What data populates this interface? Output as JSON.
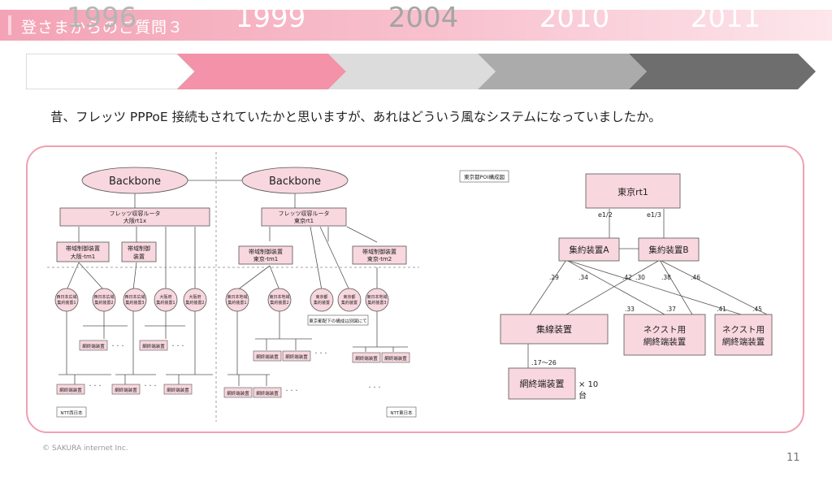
{
  "header": {
    "title": "登さまからのご質問３"
  },
  "timeline": {
    "years": [
      "1996",
      "1999",
      "2004",
      "2010",
      "2011"
    ],
    "active_index": 1
  },
  "question": "昔、フレッツ PPPoE 接続もされていたかと思いますが、あれはどういう風なシステムになっていましたか。",
  "left_diagram": {
    "backbone_left": "Backbone",
    "backbone_right": "Backbone",
    "router_left": [
      "フレッツ収容ルータ",
      "大阪rt1x"
    ],
    "router_right": [
      "フレッツ収容ルータ",
      "東京rt1"
    ],
    "bw_left_1": [
      "帯域制御装置",
      "大阪-tm1"
    ],
    "bw_left_2": [
      "帯域制御",
      "装置"
    ],
    "bw_right_1": [
      "帯域制御装置",
      "東京-tm1"
    ],
    "bw_right_2": [
      "帯域制御装置",
      "東京-tm2"
    ],
    "agg_left": [
      [
        "西日本広域",
        "集約装置1"
      ],
      [
        "西日本広域",
        "集約装置2"
      ],
      [
        "西日本広域",
        "集約装置3"
      ],
      [
        "大阪府",
        "集約装置1"
      ],
      [
        "大阪府",
        "集約装置2"
      ]
    ],
    "agg_right": [
      [
        "東日本地域",
        "集約装置1"
      ],
      [
        "東日本地域",
        "集約装置2"
      ],
      [
        "東京都",
        "集約装置"
      ],
      [
        "東京都",
        "集約装置"
      ],
      [
        "東日本地域",
        "集約装置3"
      ]
    ],
    "note": "東京都配下の構成は別図にて",
    "term_label": "網終端装置",
    "dots": "・・・",
    "ntt_west": "NTT西日本",
    "ntt_east": "NTT東日本"
  },
  "right_diagram": {
    "caption": "東京都POI構成図",
    "top": "東京rt1",
    "port_left": "e1/2",
    "port_right": "e1/3",
    "agg_a": "集約装置A",
    "agg_b": "集約装置B",
    "ip_labels": [
      ".29",
      ".34",
      ".42",
      ".30",
      ".38",
      ".46",
      ".33",
      ".37",
      ".41",
      ".45"
    ],
    "concentrator": "集線装置",
    "range": ".17〜26",
    "next_term_1": [
      "ネクスト用",
      "網終端装置"
    ],
    "next_term_2": [
      "ネクスト用",
      "網終端装置"
    ],
    "term": "網終端装置",
    "count": [
      "× 10",
      "台"
    ]
  },
  "footer": {
    "copyright": "© SAKURA internet Inc.",
    "page": "11"
  },
  "colors": {
    "pink_fill": "#f8d7de",
    "pink_border": "#f0a0b3",
    "active_year": "#f392a8",
    "dark_year": "#6e6e6e"
  }
}
